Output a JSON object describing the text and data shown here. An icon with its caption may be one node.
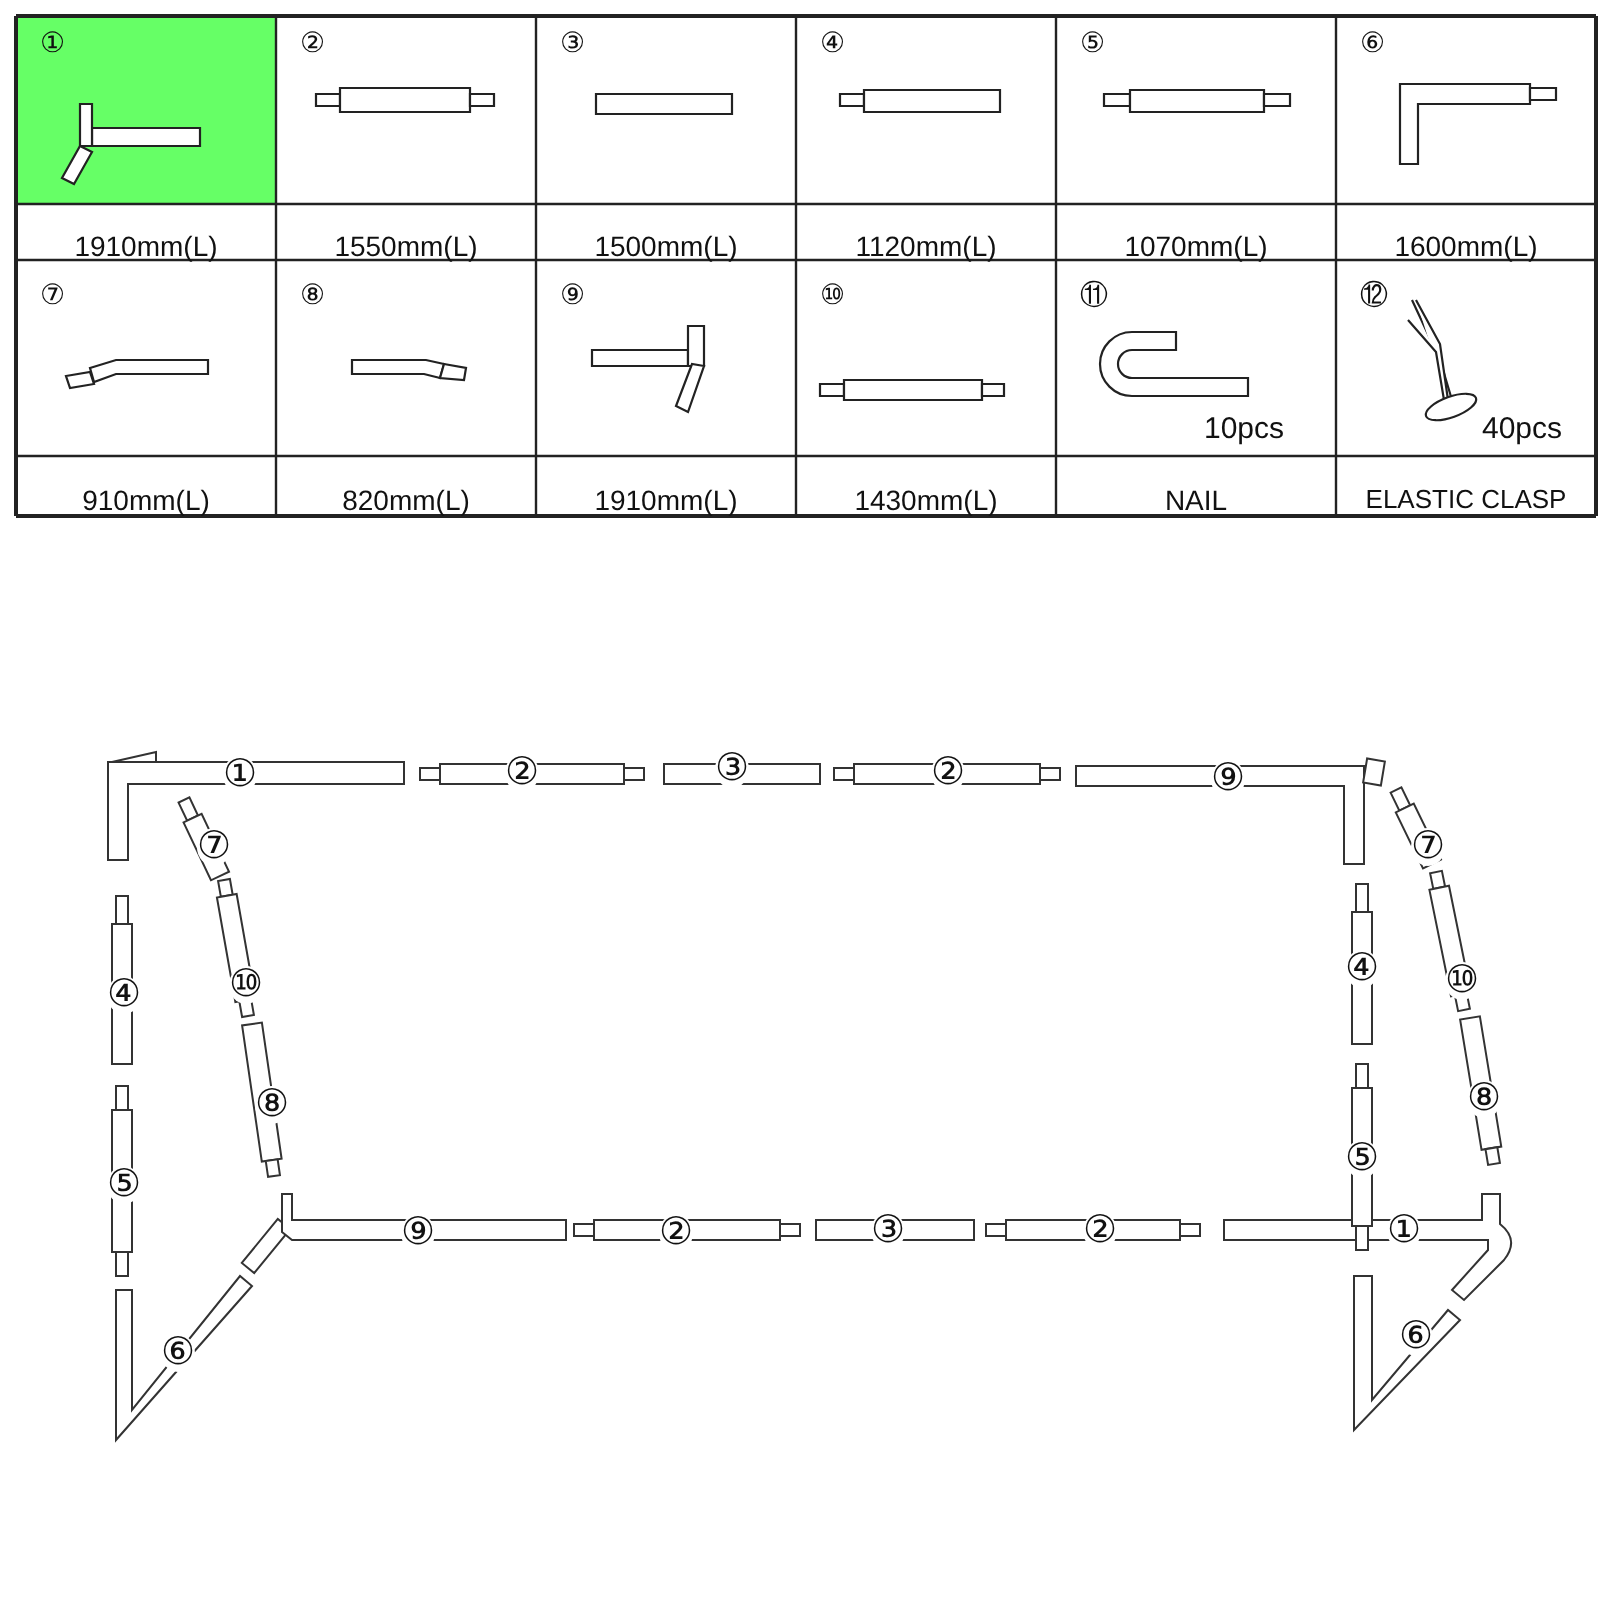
{
  "diagram": {
    "labels": [
      "①",
      "②",
      "③",
      "④",
      "⑤",
      "⑥",
      "1910mm(L)",
      "1550mm(L)",
      "1500mm(L)",
      "1120mm(L)",
      "1070mm(L)",
      "1600mm(L)",
      "⑦",
      "⑧",
      "⑨",
      "⑩",
      "⑪",
      "10pcs",
      "⑫",
      "40pcs",
      "910mm(L)",
      "820mm(L)",
      "1910mm(L)",
      "1430mm(L)",
      "NAIL",
      "ELASTIC CLASP",
      "①",
      "②",
      "③",
      "②",
      "⑨",
      "⑦",
      "⑦",
      "④",
      "⑩",
      "④",
      "⑩",
      "⑧",
      "⑧",
      "⑤",
      "⑤",
      "⑨",
      "②",
      "③",
      "②",
      "①",
      "⑥",
      "⑥"
    ]
  }
}
